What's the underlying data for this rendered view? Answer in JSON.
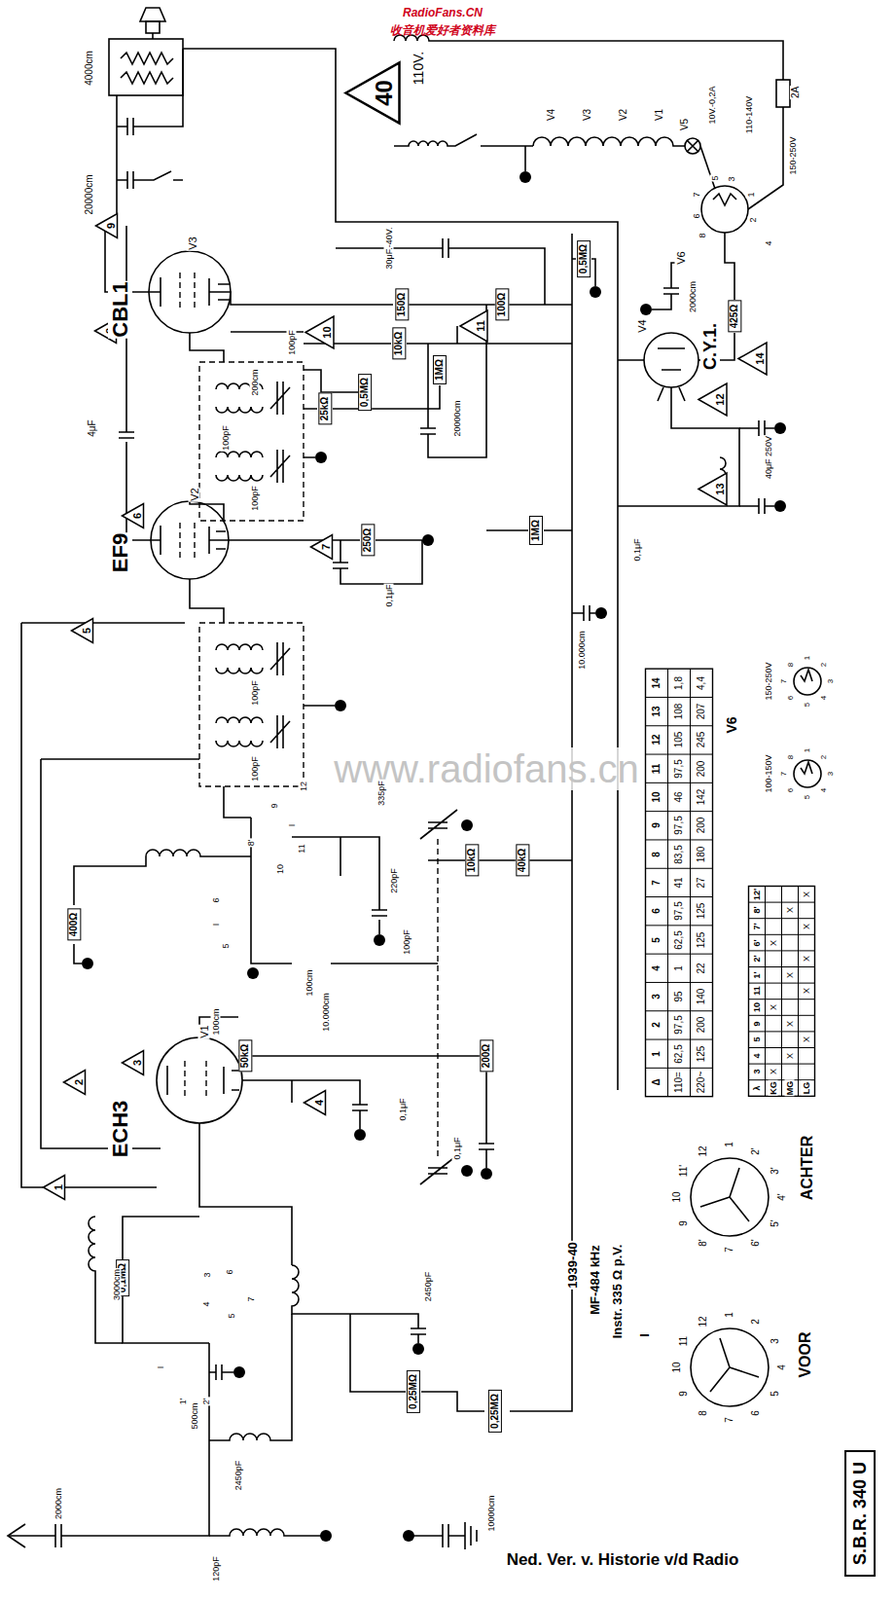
{
  "diagram": {
    "nodes": [
      {
        "text": [
          "40"
        ]
      },
      {
        "text": [
          "9"
        ]
      },
      {
        "text": [
          "8"
        ]
      },
      {
        "text": [
          "10"
        ]
      },
      {
        "text": [
          "11"
        ]
      },
      {
        "text": [
          "14"
        ]
      },
      {
        "text": [
          "12"
        ]
      },
      {
        "text": [
          "13"
        ]
      },
      {
        "text": [
          "6"
        ]
      },
      {
        "text": [
          "7"
        ]
      },
      {
        "text": [
          "5"
        ]
      },
      {
        "text": [
          "3"
        ]
      },
      {
        "text": [
          "2"
        ]
      },
      {
        "text": [
          "4"
        ]
      },
      {
        "text": [
          "1"
        ]
      },
      {
        "text": [
          "0,5MΩ"
        ]
      },
      {
        "text": [
          "150Ω"
        ]
      },
      {
        "text": [
          "100Ω"
        ]
      },
      {
        "text": [
          "10kΩ"
        ]
      },
      {
        "text": [
          "1MΩ"
        ]
      },
      {
        "text": [
          "0,5MΩ"
        ]
      },
      {
        "text": [
          "25kΩ"
        ]
      },
      {
        "text": [
          "250Ω"
        ]
      },
      {
        "text": [
          "1MΩ"
        ]
      },
      {
        "text": [
          "425Ω"
        ]
      },
      {
        "text": [
          "10kΩ"
        ]
      },
      {
        "text": [
          "40kΩ"
        ]
      },
      {
        "text": [
          "400Ω"
        ]
      },
      {
        "text": [
          "50kΩ"
        ]
      },
      {
        "text": [
          "200Ω"
        ]
      },
      {
        "text": [
          "0,1MΩ"
        ]
      },
      {
        "text": [
          "0,25MΩ"
        ]
      },
      {
        "text": [
          "0,25MΩ"
        ]
      },
      {
        "text": [
          "S.B.R. 340 U"
        ]
      }
    ],
    "edges": [
      {
        "from": 16,
        "to": 17,
        "arrow": "none"
      },
      {
        "from": 25,
        "to": 26,
        "arrow": "none"
      },
      {
        "from": 28,
        "to": 29,
        "arrow": "none"
      }
    ],
    "labels": [
      "RadioFans.CN",
      "收音机爱好者资料库",
      "www.radiofans.cn",
      "Ned. Ver. v. Historie v/d Radio",
      "CBL1",
      "V3",
      "EF9",
      "V2",
      "ECH3",
      "V1",
      "C.Y.1.",
      "V4",
      "V6",
      "V5",
      "V4",
      "V3",
      "V2",
      "V1",
      "10V.-0,2A",
      "110V.",
      "2A",
      "110-140V",
      "150-250V",
      "4000cm",
      "20000cm",
      "2000cm",
      "30μF.-40V.",
      "100pF",
      "200cm",
      "20000cm",
      "4μF",
      "100pF",
      "100pF",
      "0,1μF",
      "0,1μF",
      "10.000cm",
      "100pF",
      "100pF",
      "40μF 250V",
      "335pF",
      "220pF",
      "100pF",
      "100cm",
      "10.000cm",
      "100cm",
      "0,1μF",
      "0,1μF",
      "3000cm",
      "2450pF",
      "500cm",
      "2450pF",
      "120pF",
      "2000cm",
      "10000cm",
      "1939-40",
      "MF-484 kHz",
      "Instr. 335 Ω p.V.",
      "I",
      "VOOR",
      "ACHTER",
      "V6",
      "150-250V",
      "100-150V",
      "5",
      "3",
      "1",
      "2",
      "4",
      "7",
      "6",
      "8",
      "12",
      "9",
      "I",
      "11",
      "10",
      "8'",
      "6",
      "I",
      "5",
      "3",
      "6",
      "4",
      "5",
      "7",
      "I",
      "1'",
      "2'",
      "1",
      "2",
      "3",
      "4",
      "5",
      "6",
      "7",
      "8",
      "9",
      "10",
      "11",
      "12",
      "1",
      "2'",
      "3'",
      "4'",
      "5'",
      "6'",
      "7",
      "8'",
      "9",
      "10",
      "11'",
      "12",
      "1",
      "2",
      "3",
      "4",
      "5",
      "6",
      "7",
      "8",
      "1",
      "2",
      "3",
      "4",
      "5",
      "6",
      "7",
      "8",
      "Δ",
      "1",
      "2",
      "3",
      "4",
      "5",
      "6",
      "7",
      "8",
      "9",
      "10",
      "11",
      "12",
      "13",
      "14",
      "110=",
      "62,5",
      "97,5",
      "95",
      "1",
      "62,5",
      "97,5",
      "41",
      "83,5",
      "97,5",
      "46",
      "97,5",
      "105",
      "108",
      "1,8",
      "220~",
      "125",
      "200",
      "140",
      "22",
      "125",
      "125",
      "27",
      "180",
      "200",
      "142",
      "200",
      "245",
      "207",
      "4,4",
      "λ",
      "3",
      "4",
      "5",
      "9",
      "10",
      "11",
      "1'",
      "2'",
      "6'",
      "7'",
      "8'",
      "12'",
      "KG",
      "MG",
      "LG",
      "X",
      "X",
      "X",
      "X",
      "X",
      "X",
      "X",
      "X",
      "X",
      "X",
      "X",
      "X"
    ]
  }
}
